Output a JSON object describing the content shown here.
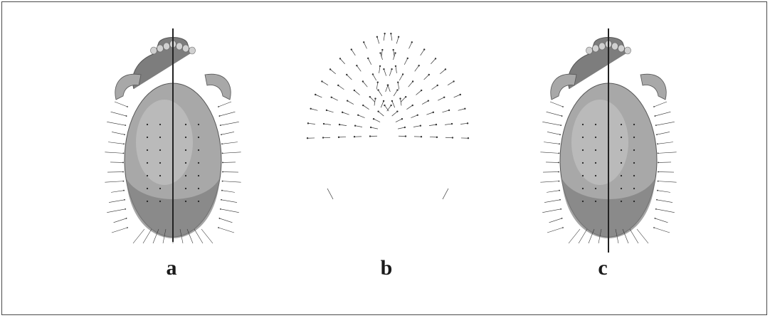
{
  "panels": [
    {
      "id": "a",
      "label": "a"
    },
    {
      "id": "b",
      "label": "b"
    },
    {
      "id": "c",
      "label": "c"
    }
  ],
  "colors": {
    "skull_fill": "#a8a8a8",
    "skull_shade": "#7d7d7d",
    "skull_light": "#d0d0d0",
    "midline": "#222222",
    "arrow": "#333333",
    "border": "#4a4a4a"
  }
}
